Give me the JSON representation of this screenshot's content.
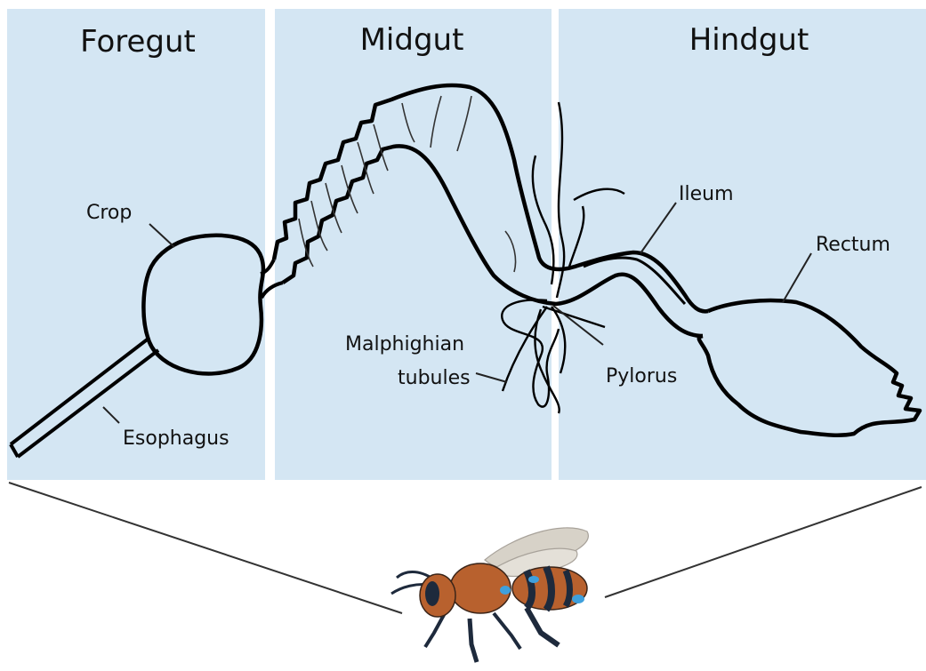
{
  "sections": {
    "foregut": "Foregut",
    "midgut": "Midgut",
    "hindgut": "Hindgut"
  },
  "labels": {
    "crop": "Crop",
    "esophagus": "Esophagus",
    "malpighian_line1": "Malphighian",
    "malpighian_line2": "tubules",
    "pylorus": "Pylorus",
    "ileum": "Ileum",
    "rectum": "Rectum"
  },
  "colors": {
    "panel": "#d4e6f3",
    "outline": "#000000",
    "bee_body": "#b8612e",
    "bee_stripe": "#1e2a3c",
    "bee_blue": "#3fa0dc",
    "bee_wing": "#d7d2c8"
  },
  "icons": {
    "bee": "honeybee-illustration"
  }
}
